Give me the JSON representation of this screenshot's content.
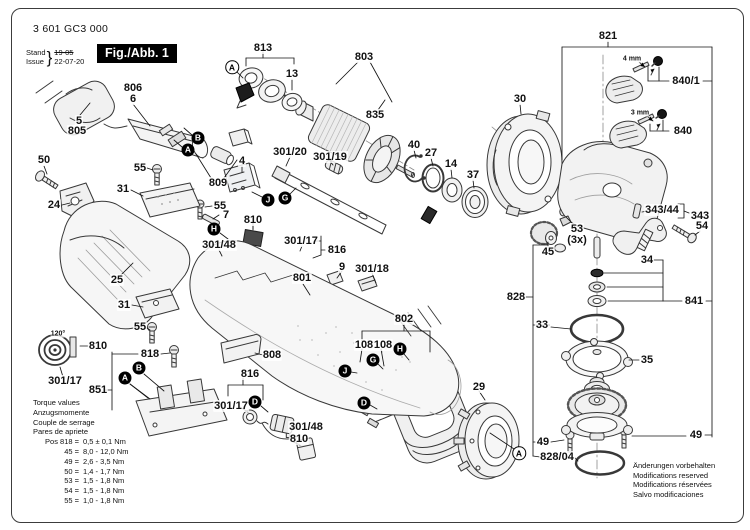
{
  "header": {
    "part_number": "3 601 GC3 000",
    "stand_label": "Stand",
    "issue_label": "Issue",
    "brace": "}",
    "stand_value_old": "19-05",
    "stand_value_new": "22-07-20",
    "figure_label": "Fig./Abb. 1"
  },
  "torque_table": {
    "titles": [
      "Torque values",
      "Anzugsmomente",
      "Couple de serrage",
      "Pares de apriete"
    ],
    "rows": [
      {
        "label": "Pos 818 =",
        "value": "0,5 ± 0,1 Nm"
      },
      {
        "label": "45 =",
        "value": "8,0 - 12,0 Nm"
      },
      {
        "label": "49 =",
        "value": "2,6 - 3,5 Nm"
      },
      {
        "label": "50 =",
        "value": "1,4 - 1,7 Nm"
      },
      {
        "label": "53 =",
        "value": "1,5 - 1,8 Nm"
      },
      {
        "label": "54 =",
        "value": "1,5 - 1,8 Nm"
      },
      {
        "label": "55 =",
        "value": "1,0 - 1,8 Nm"
      }
    ]
  },
  "footer": {
    "lines": [
      "Änderungen vorbehalten",
      "Modifications reserved",
      "Modifications réservées",
      "Salvo modificaciones"
    ]
  },
  "annotations": [
    {
      "id": "angle120",
      "text": "120°"
    },
    {
      "id": "mm4",
      "text": "4 mm"
    },
    {
      "id": "mm3",
      "text": "3 mm"
    }
  ],
  "callouts": [
    {
      "id": "c806",
      "text": "806"
    },
    {
      "id": "c6",
      "text": "6"
    },
    {
      "id": "c5",
      "text": "5"
    },
    {
      "id": "c805",
      "text": "805"
    },
    {
      "id": "c50",
      "text": "50"
    },
    {
      "id": "c24",
      "text": "24"
    },
    {
      "id": "c55a",
      "text": "55"
    },
    {
      "id": "c31a",
      "text": "31"
    },
    {
      "id": "c25",
      "text": "25"
    },
    {
      "id": "c31b",
      "text": "31"
    },
    {
      "id": "c55b",
      "text": "55"
    },
    {
      "id": "c810a",
      "text": "810"
    },
    {
      "id": "c301_17a",
      "text": "301/17"
    },
    {
      "id": "c851",
      "text": "851"
    },
    {
      "id": "c818",
      "text": "818"
    },
    {
      "id": "c809",
      "text": "809"
    },
    {
      "id": "c4",
      "text": "4"
    },
    {
      "id": "c55c",
      "text": "55"
    },
    {
      "id": "c7",
      "text": "7"
    },
    {
      "id": "c810b",
      "text": "810"
    },
    {
      "id": "c301_48a",
      "text": "301/48"
    },
    {
      "id": "c301_17b",
      "text": "301/17"
    },
    {
      "id": "c816a",
      "text": "816"
    },
    {
      "id": "c9",
      "text": "9"
    },
    {
      "id": "c301_18",
      "text": "301/18"
    },
    {
      "id": "c801",
      "text": "801"
    },
    {
      "id": "c808",
      "text": "808"
    },
    {
      "id": "c816b",
      "text": "816"
    },
    {
      "id": "c301_17c",
      "text": "301/17"
    },
    {
      "id": "c301_48b",
      "text": "301/48"
    },
    {
      "id": "c810c",
      "text": "810"
    },
    {
      "id": "c301_20",
      "text": "301/20"
    },
    {
      "id": "c301_19",
      "text": "301/19"
    },
    {
      "id": "c813",
      "text": "813"
    },
    {
      "id": "c13",
      "text": "13"
    },
    {
      "id": "c803",
      "text": "803"
    },
    {
      "id": "c835",
      "text": "835"
    },
    {
      "id": "c40",
      "text": "40"
    },
    {
      "id": "c27",
      "text": "27"
    },
    {
      "id": "c14",
      "text": "14"
    },
    {
      "id": "c37",
      "text": "37"
    },
    {
      "id": "c30",
      "text": "30"
    },
    {
      "id": "c821",
      "text": "821"
    },
    {
      "id": "c840_1",
      "text": "840/1"
    },
    {
      "id": "c840",
      "text": "840"
    },
    {
      "id": "c343_44",
      "text": "343/44"
    },
    {
      "id": "c343",
      "text": "343"
    },
    {
      "id": "c54",
      "text": "54"
    },
    {
      "id": "c53",
      "text": "53"
    },
    {
      "id": "c53x",
      "text": "(3x)"
    },
    {
      "id": "c45",
      "text": "45"
    },
    {
      "id": "c34",
      "text": "34"
    },
    {
      "id": "c841",
      "text": "841"
    },
    {
      "id": "c828",
      "text": "828"
    },
    {
      "id": "c33",
      "text": "33"
    },
    {
      "id": "c35",
      "text": "35"
    },
    {
      "id": "c29",
      "text": "29"
    },
    {
      "id": "c802",
      "text": "802"
    },
    {
      "id": "c108a",
      "text": "108"
    },
    {
      "id": "c108b",
      "text": "108"
    },
    {
      "id": "c49a",
      "text": "49"
    },
    {
      "id": "c49b",
      "text": "49"
    },
    {
      "id": "c828_04",
      "text": "828/04"
    }
  ],
  "ref_markers": [
    {
      "id": "mA1",
      "letter": "A",
      "style": "outline"
    },
    {
      "id": "mB_top",
      "letter": "B",
      "style": "filled"
    },
    {
      "id": "mA_top",
      "letter": "A",
      "style": "filled"
    },
    {
      "id": "mJ1",
      "letter": "J",
      "style": "filled"
    },
    {
      "id": "mG1",
      "letter": "G",
      "style": "filled"
    },
    {
      "id": "mH1",
      "letter": "H",
      "style": "filled"
    },
    {
      "id": "mB_bot",
      "letter": "B",
      "style": "filled"
    },
    {
      "id": "mA_bot",
      "letter": "A",
      "style": "filled"
    },
    {
      "id": "mD1",
      "letter": "D",
      "style": "filled"
    },
    {
      "id": "mJ2",
      "letter": "J",
      "style": "filled"
    },
    {
      "id": "mG2",
      "letter": "G",
      "style": "filled"
    },
    {
      "id": "mH2",
      "letter": "H",
      "style": "filled"
    },
    {
      "id": "mD2",
      "letter": "D",
      "style": "filled"
    },
    {
      "id": "mA2",
      "letter": "A",
      "style": "outline"
    }
  ]
}
